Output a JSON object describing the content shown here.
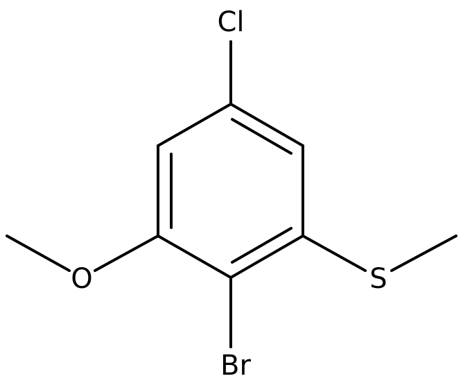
{
  "diagram": {
    "type": "chemical-structure",
    "atom_labels": {
      "chlorine": "Cl",
      "bromine": "Br",
      "oxygen": "O",
      "sulfur": "S"
    },
    "colors": {
      "bond": "#000000",
      "label": "#000000",
      "background": "#ffffff"
    }
  }
}
